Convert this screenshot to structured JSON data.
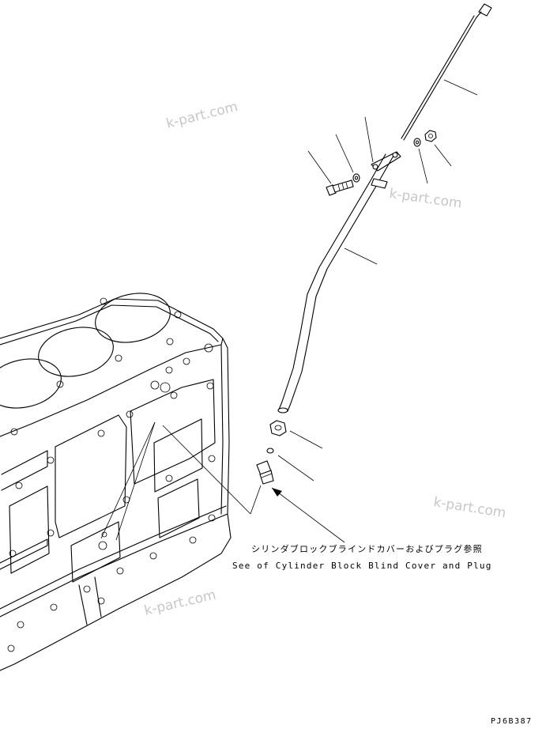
{
  "watermarks": [
    "k-part.com",
    "k-part.com",
    "k-part.com",
    "k-part.com"
  ],
  "callout": {
    "japanese": "シリンダブロックブラインドカバーおよびプラグ参照",
    "english": "See of Cylinder Block Blind Cover and Plug"
  },
  "drawing_code": "PJ6B387"
}
